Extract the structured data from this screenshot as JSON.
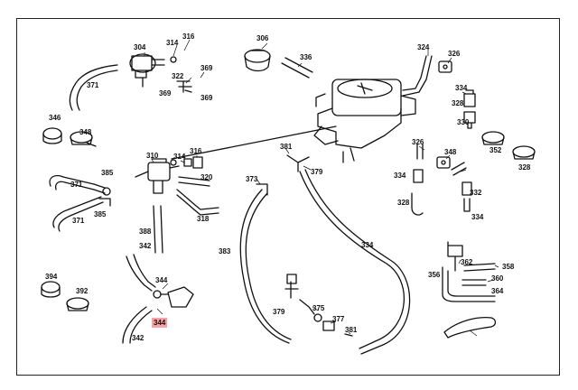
{
  "diagram": {
    "highlight_color": "#f4a3a6",
    "highlighted_callout": "344",
    "callouts": [
      "304",
      "316",
      "314",
      "322",
      "369",
      "369",
      "369",
      "371",
      "306",
      "336",
      "324",
      "326",
      "334",
      "328",
      "330",
      "346",
      "348",
      "310",
      "314",
      "316",
      "320",
      "385",
      "371",
      "371",
      "385",
      "318",
      "388",
      "342",
      "344",
      "344",
      "342",
      "394",
      "392",
      "383",
      "381",
      "379",
      "373",
      "334",
      "326",
      "348",
      "352",
      "328",
      "334",
      "328",
      "332",
      "334",
      "379",
      "375",
      "377",
      "381",
      "356",
      "362",
      "358",
      "360",
      "364"
    ]
  }
}
